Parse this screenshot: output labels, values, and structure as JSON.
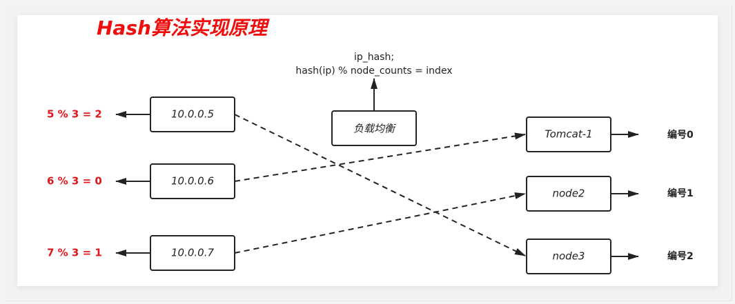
{
  "title": "Hash算法实现原理",
  "note": {
    "line1": "ip_hash;",
    "line2": "hash(ip) % node_counts = index"
  },
  "load_balancer": "负载均衡",
  "clients": [
    {
      "ip": "10.0.0.5",
      "calc": "5 % 3 = 2"
    },
    {
      "ip": "10.0.0.6",
      "calc": "6 % 3 = 0"
    },
    {
      "ip": "10.0.0.7",
      "calc": "7 % 3 = 1"
    }
  ],
  "servers": [
    {
      "name": "Tomcat-1",
      "index": "编号0"
    },
    {
      "name": "node2",
      "index": "编号1"
    },
    {
      "name": "node3",
      "index": "编号2"
    }
  ],
  "colors": {
    "title": "#f00d0d",
    "calc": "#e0161b"
  }
}
